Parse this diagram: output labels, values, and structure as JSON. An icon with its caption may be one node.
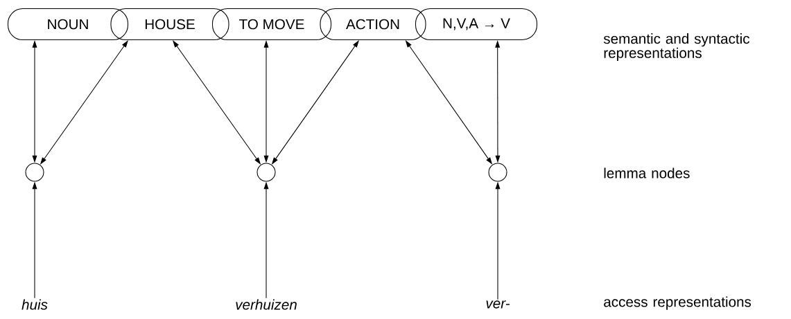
{
  "diagram": {
    "nodes": [
      {
        "text": [
          "NOUN"
        ]
      },
      {
        "text": [
          "HOUSE"
        ]
      },
      {
        "text": [
          "TO MOVE"
        ]
      },
      {
        "text": [
          "ACTION"
        ]
      },
      {
        "text": [
          "N,V,A → V"
        ]
      },
      {
        "text": [],
        "shape": "circle"
      },
      {
        "text": [],
        "shape": "circle"
      },
      {
        "text": [],
        "shape": "circle"
      },
      {
        "text": [
          "huis"
        ]
      },
      {
        "text": [
          "verhuizen"
        ]
      },
      {
        "text": [
          "ver-"
        ]
      }
    ],
    "edges": [
      {
        "from": 0,
        "to": 5,
        "arrow": "both"
      },
      {
        "from": 1,
        "to": 5,
        "arrow": "both"
      },
      {
        "from": 1,
        "to": 6,
        "arrow": "both"
      },
      {
        "from": 2,
        "to": 6,
        "arrow": "both"
      },
      {
        "from": 3,
        "to": 6,
        "arrow": "both"
      },
      {
        "from": 3,
        "to": 7,
        "arrow": "both"
      },
      {
        "from": 4,
        "to": 7,
        "arrow": "both"
      },
      {
        "from": 8,
        "to": 5,
        "arrow": "to"
      },
      {
        "from": 9,
        "to": 6,
        "arrow": "to"
      },
      {
        "from": 10,
        "to": 7,
        "arrow": "to"
      }
    ],
    "labels": [
      "semantic and syntactic representations",
      "lemma nodes",
      "access representations"
    ]
  }
}
